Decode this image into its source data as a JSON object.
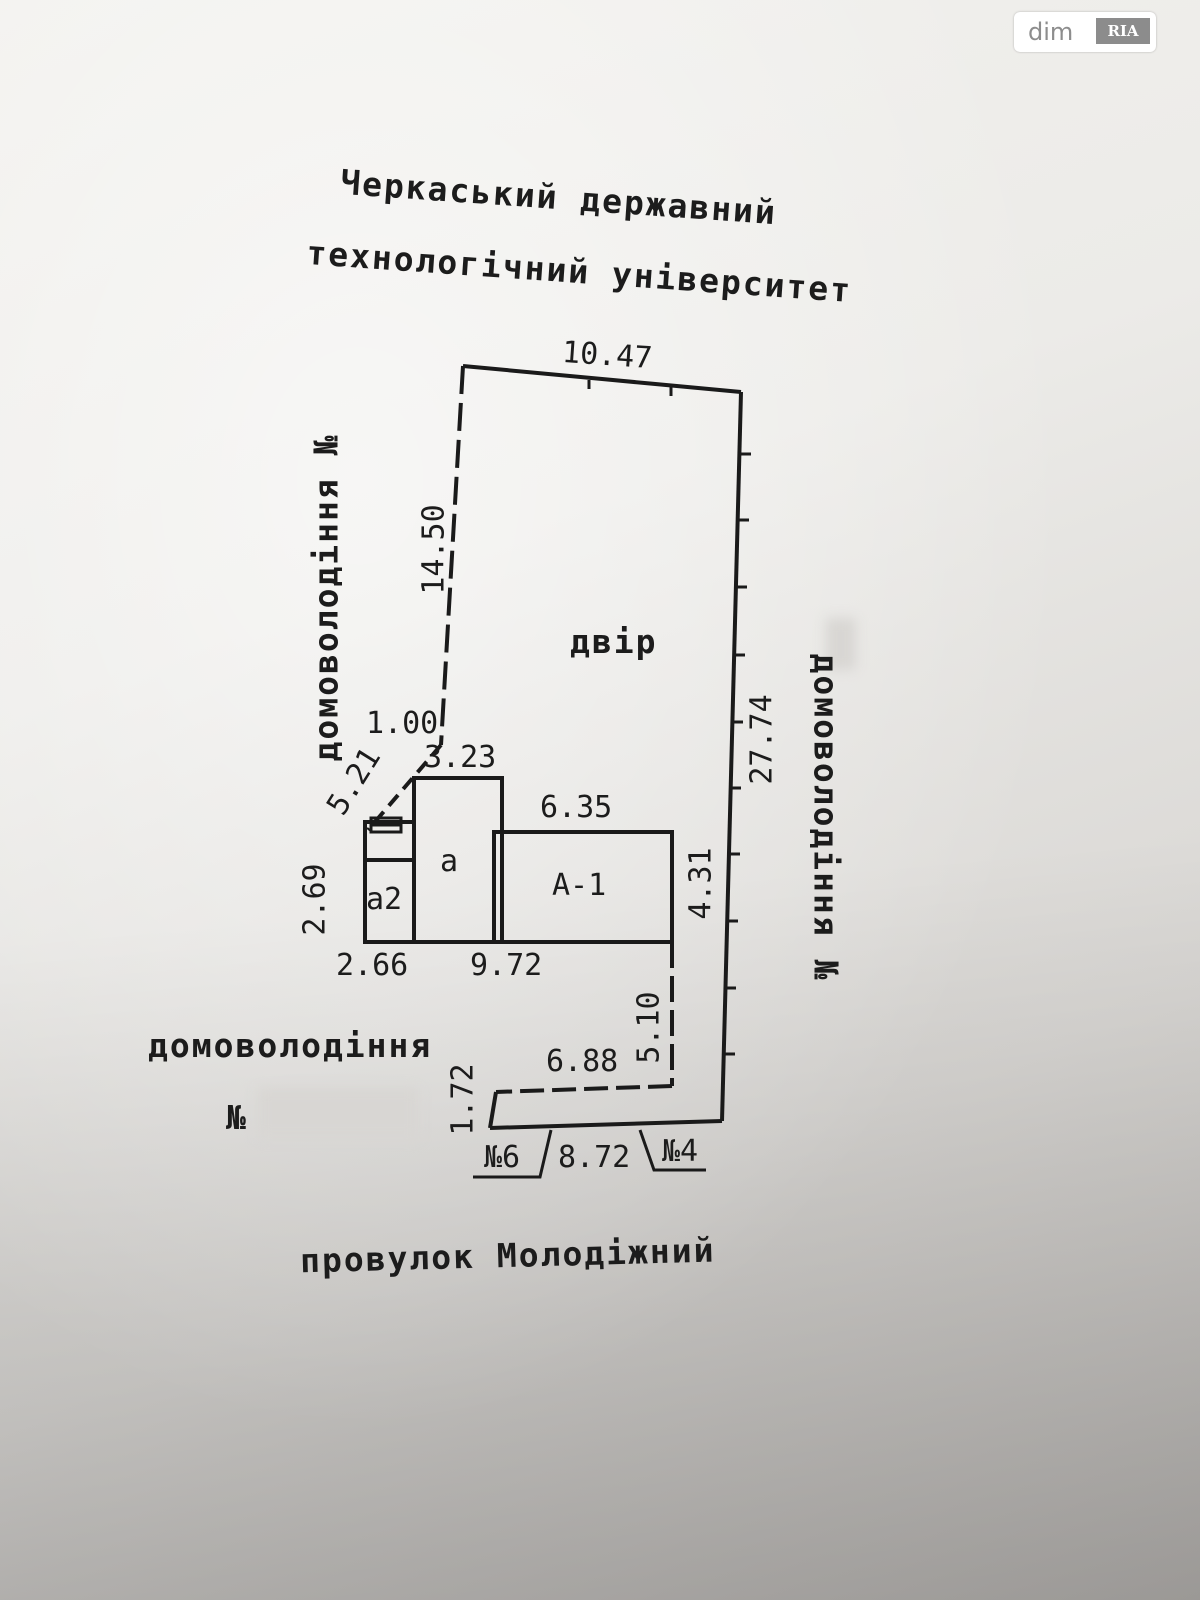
{
  "watermark": {
    "brand": "dim",
    "badge": "RIA"
  },
  "north_neighbor": {
    "line1": "Черкаський державний",
    "line2": "технологічний університет"
  },
  "west_neighbor": {
    "label": "домоволодіння №"
  },
  "east_neighbor": {
    "label": "домоволодіння №"
  },
  "southwest_neighbor": {
    "line1": "домоволодіння",
    "line2": "№"
  },
  "street": {
    "label": "провулок Молодіжний"
  },
  "yard": {
    "label": "двір"
  },
  "buildings": {
    "main": "А-1",
    "annex_a": "а",
    "annex_a2": "а2"
  },
  "house_numbers": {
    "left": "№6",
    "right": "№4"
  },
  "dimensions": {
    "top": "10.47",
    "west_upper": "14.50",
    "east_total": "27.74",
    "step_small": "1.00",
    "diagonal": "5.21",
    "annex_a_width": "3.23",
    "main_width": "6.35",
    "main_depth": "4.31",
    "annex_a2_depth": "2.69",
    "annex_a2_width": "2.66",
    "building_base": "9.72",
    "inner_vertical": "5.10",
    "inner_horizontal": "6.88",
    "front_corner": "1.72",
    "front_width": "8.72"
  }
}
